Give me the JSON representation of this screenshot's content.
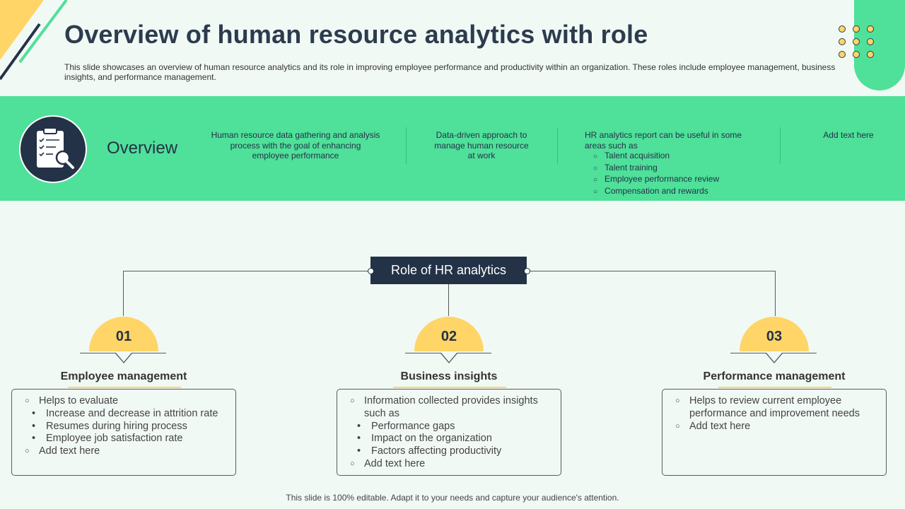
{
  "slide": {
    "title": "Overview of human resource analytics with role",
    "subtitle": "This slide showcases an overview of human resource analytics and its role in improving employee performance and productivity within an organization. These roles include employee management, business insights, and performance management.",
    "footer": "This slide is 100% editable. Adapt it to your needs and capture your audience's attention."
  },
  "overview": {
    "label": "Overview",
    "icon": "clipboard-search-icon",
    "col1": "Human resource data gathering and analysis process with the goal of enhancing employee performance",
    "col2": "Data-driven approach to manage human resource at work",
    "col3_intro": "HR analytics report can be useful in some areas such as",
    "col3_items": [
      "Talent acquisition",
      "Talent training",
      "Employee performance review",
      "Compensation and rewards"
    ],
    "col4": "Add text here"
  },
  "hub": {
    "label": "Role of HR analytics"
  },
  "cards": [
    {
      "number": "01",
      "title": "Employee management",
      "lines": [
        {
          "kind": "o",
          "text": "Helps to evaluate"
        },
        {
          "kind": "b",
          "text": "Increase and decrease in attrition rate"
        },
        {
          "kind": "b",
          "text": "Resumes during hiring process"
        },
        {
          "kind": "b",
          "text": "Employee job satisfaction rate"
        },
        {
          "kind": "o",
          "text": "Add text here"
        }
      ]
    },
    {
      "number": "02",
      "title": "Business insights",
      "lines": [
        {
          "kind": "o",
          "text": "Information collected provides insights such as"
        },
        {
          "kind": "b",
          "text": "Performance gaps"
        },
        {
          "kind": "b",
          "text": "Impact on the organization"
        },
        {
          "kind": "b",
          "text": "Factors affecting productivity"
        },
        {
          "kind": "o",
          "text": "Add text here"
        }
      ]
    },
    {
      "number": "03",
      "title": "Performance management",
      "lines": [
        {
          "kind": "o",
          "text": "Helps to review current employee performance and improvement needs"
        },
        {
          "kind": "o",
          "text": "Add text here"
        }
      ]
    }
  ],
  "colors": {
    "accent_green": "#4fe09a",
    "navy": "#233247",
    "yellow": "#ffd567"
  }
}
